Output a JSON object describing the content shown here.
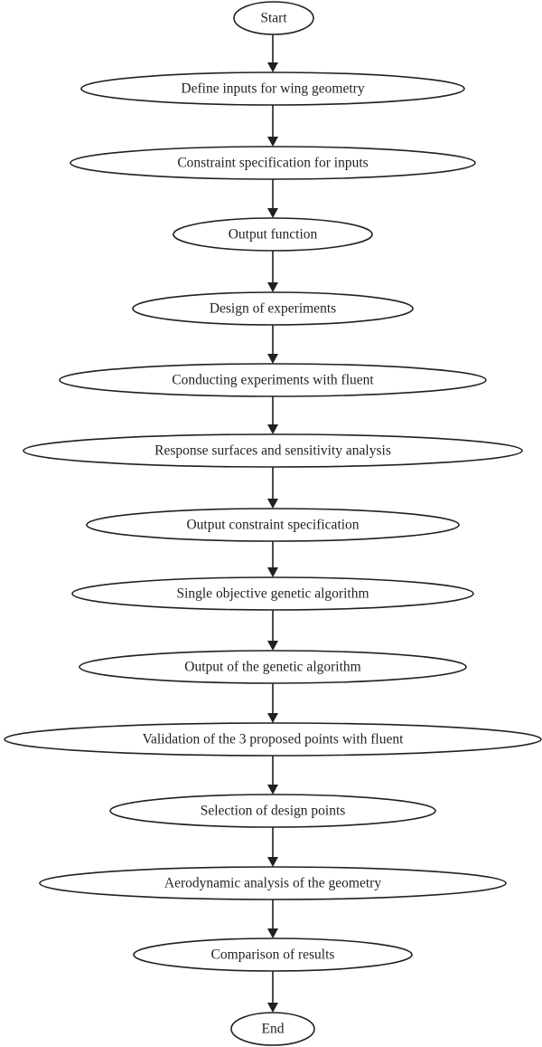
{
  "diagram": {
    "type": "flowchart",
    "direction": "top-to-bottom",
    "nodes": [
      {
        "id": "start",
        "shape": "ellipse",
        "label": "Start"
      },
      {
        "id": "define-inputs",
        "shape": "ellipse",
        "label": "Define inputs for wing geometry"
      },
      {
        "id": "constraint-inputs",
        "shape": "ellipse",
        "label": "Constraint specification for inputs"
      },
      {
        "id": "output-function",
        "shape": "ellipse",
        "label": "Output function"
      },
      {
        "id": "design-experiments",
        "shape": "ellipse",
        "label": "Design of experiments"
      },
      {
        "id": "conducting-experiments",
        "shape": "ellipse",
        "label": "Conducting experiments with fluent"
      },
      {
        "id": "response-surfaces",
        "shape": "ellipse",
        "label": "Response surfaces and sensitivity analysis"
      },
      {
        "id": "output-constraint",
        "shape": "ellipse",
        "label": "Output constraint specification"
      },
      {
        "id": "single-objective-ga",
        "shape": "ellipse",
        "label": "Single objective genetic algorithm"
      },
      {
        "id": "output-ga",
        "shape": "ellipse",
        "label": "Output of the genetic algorithm"
      },
      {
        "id": "validation",
        "shape": "ellipse",
        "label": "Validation of the 3 proposed points with fluent"
      },
      {
        "id": "selection",
        "shape": "ellipse",
        "label": "Selection of design points"
      },
      {
        "id": "aerodynamic-analysis",
        "shape": "ellipse",
        "label": "Aerodynamic analysis of the geometry"
      },
      {
        "id": "comparison",
        "shape": "ellipse",
        "label": "Comparison of results"
      },
      {
        "id": "end",
        "shape": "ellipse",
        "label": "End"
      }
    ],
    "edges": [
      {
        "from": "start",
        "to": "define-inputs"
      },
      {
        "from": "define-inputs",
        "to": "constraint-inputs"
      },
      {
        "from": "constraint-inputs",
        "to": "output-function"
      },
      {
        "from": "output-function",
        "to": "design-experiments"
      },
      {
        "from": "design-experiments",
        "to": "conducting-experiments"
      },
      {
        "from": "conducting-experiments",
        "to": "response-surfaces"
      },
      {
        "from": "response-surfaces",
        "to": "output-constraint"
      },
      {
        "from": "output-constraint",
        "to": "single-objective-ga"
      },
      {
        "from": "single-objective-ga",
        "to": "output-ga"
      },
      {
        "from": "output-ga",
        "to": "validation"
      },
      {
        "from": "validation",
        "to": "selection"
      },
      {
        "from": "selection",
        "to": "aerodynamic-analysis"
      },
      {
        "from": "aerodynamic-analysis",
        "to": "comparison"
      },
      {
        "from": "comparison",
        "to": "end"
      }
    ],
    "colors": {
      "stroke": "#231f20",
      "text": "#231f20",
      "background": "#ffffff"
    }
  }
}
